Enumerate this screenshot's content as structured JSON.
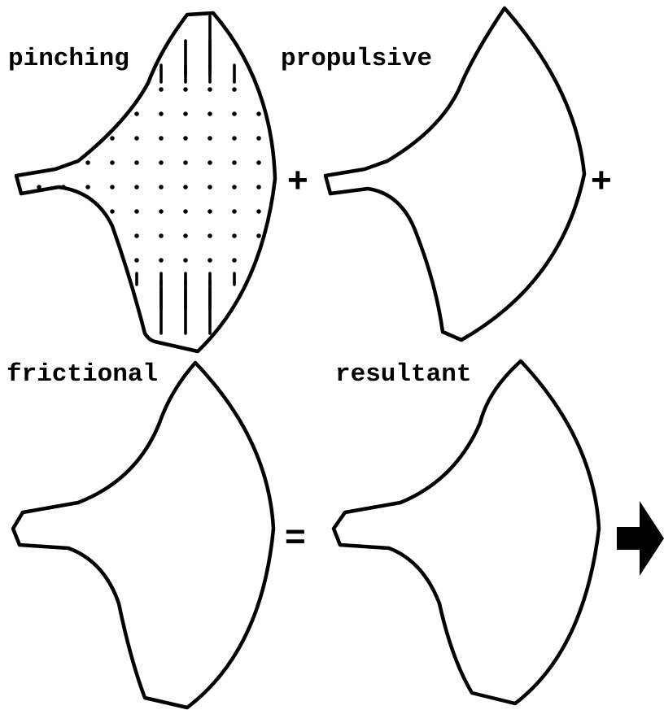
{
  "panels": [
    {
      "id": "pinching",
      "label": "pinching"
    },
    {
      "id": "propulsive",
      "label": "propulsive"
    },
    {
      "id": "frictional",
      "label": "frictional"
    },
    {
      "id": "resultant",
      "label": "resultant"
    }
  ],
  "operators": {
    "plus": "+",
    "equals": "="
  },
  "colors": {
    "ink": "#000000",
    "background": "#ffffff"
  },
  "icons": {
    "direction": "right-arrow-icon"
  }
}
